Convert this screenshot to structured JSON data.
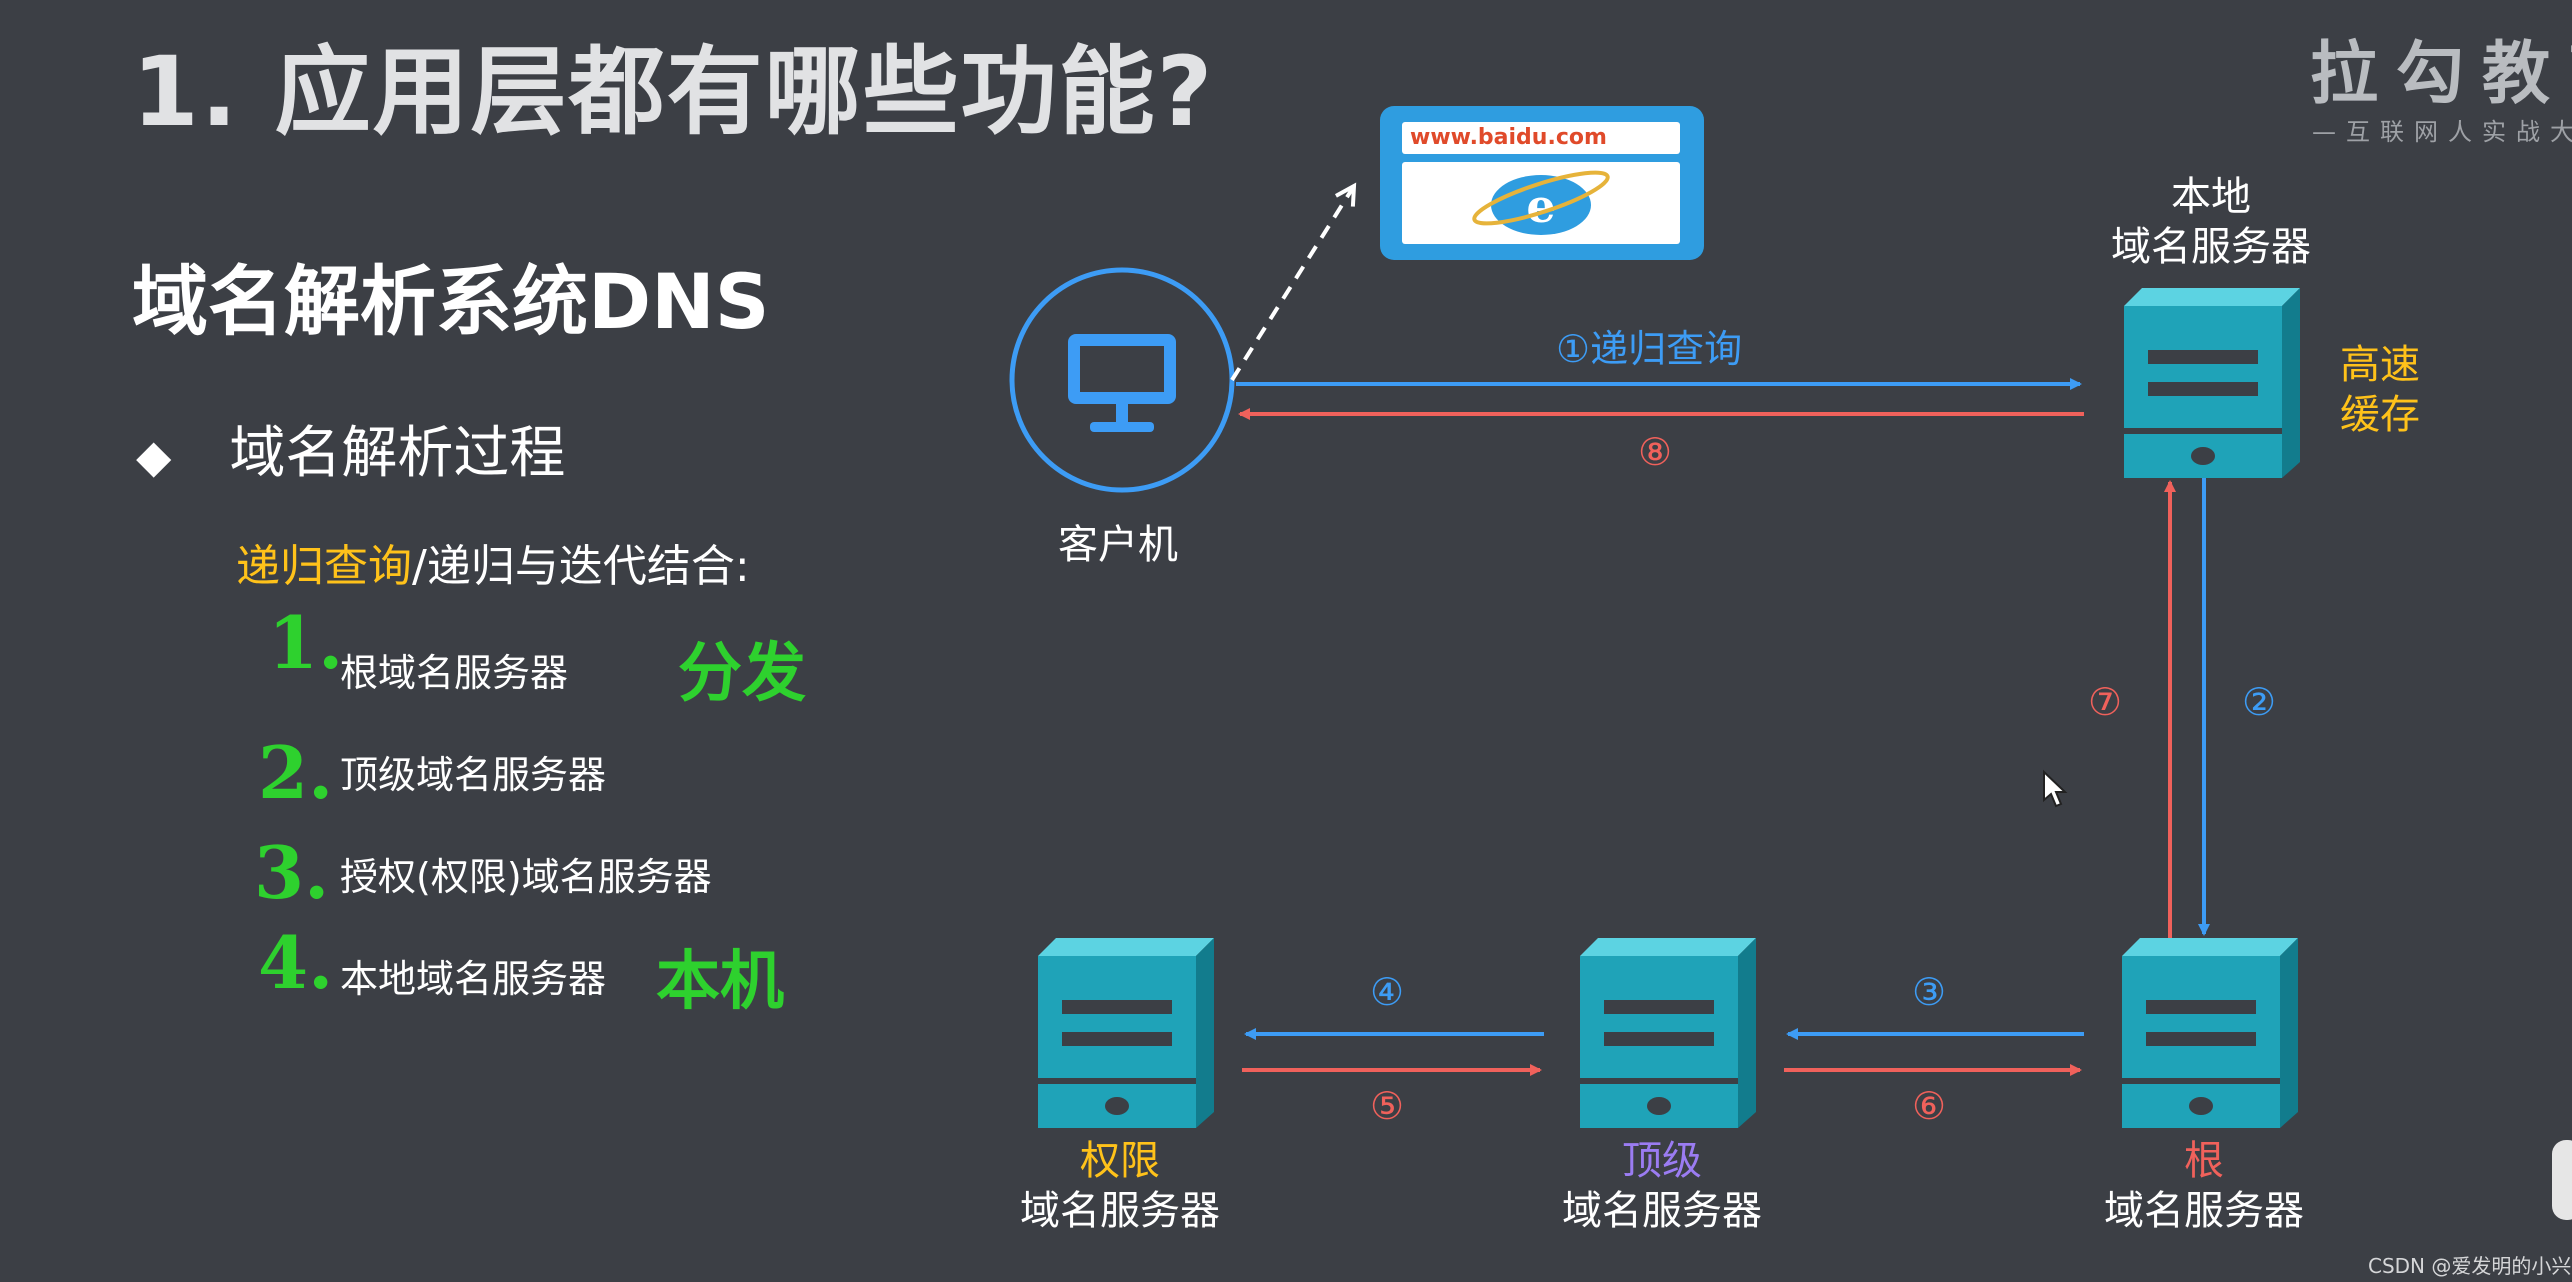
{
  "header": {
    "title": "1.  应用层都有哪些功能?",
    "logo_main": "拉勾教育",
    "logo_sub": "—互联网人实战大学"
  },
  "left_panel": {
    "subtitle": "域名解析系统DNS",
    "bullet": "域名解析过程",
    "method_highlight": "递归查询",
    "method_rest": "/递归与迭代结合:",
    "items": [
      "根域名服务器",
      "顶级域名服务器",
      "授权(权限)域名服务器",
      "本地域名服务器"
    ],
    "handwritten_numbers": [
      "1.",
      "2.",
      "3.",
      "4."
    ],
    "handwritten_notes": [
      "分发",
      "本机"
    ]
  },
  "diagram": {
    "browser_url": "www.baidu.com",
    "client_label": "客户机",
    "local_server": {
      "line1": "本地",
      "line2": "域名服务器"
    },
    "cache_label": {
      "line1": "高速",
      "line2": "缓存"
    },
    "bottom_servers": [
      {
        "type": "权限",
        "label": "域名服务器",
        "type_color": "#ffc21a"
      },
      {
        "type": "顶级",
        "label": "域名服务器",
        "type_color": "#9b7cf2"
      },
      {
        "type": "根",
        "label": "域名服务器",
        "type_color": "#f0615b"
      }
    ],
    "edges": {
      "e1": "①递归查询",
      "e2": "②",
      "e3": "③",
      "e4": "④",
      "e5": "⑤",
      "e6": "⑥",
      "e7": "⑦",
      "e8": "⑧"
    },
    "colors": {
      "request": "#3d9cf5",
      "response": "#f0615b",
      "server": "#1fa3b8"
    }
  },
  "footer": {
    "credit": "CSDN @爱发明的小兴"
  }
}
